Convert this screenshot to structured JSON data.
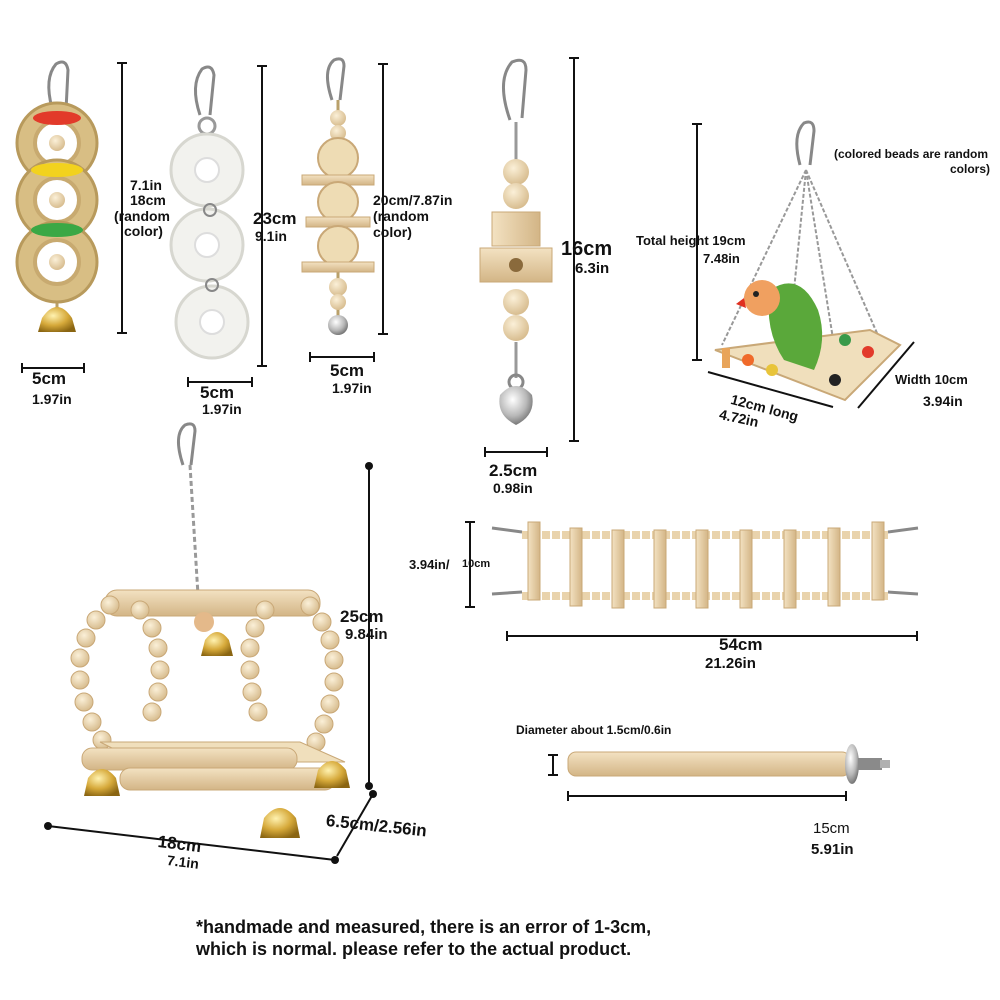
{
  "items": {
    "straw_balls": {
      "w_cm": "5cm",
      "w_in": "1.97in",
      "h_in": "7.1in",
      "h_cm": "18cm",
      "note1": "(random",
      "note2": "color)"
    },
    "loofah": {
      "w_cm": "5cm",
      "w_in": "1.97in",
      "h_cm": "23cm",
      "h_in": "9.1in"
    },
    "rattan": {
      "w_cm": "5cm",
      "w_in": "1.97in",
      "h": "20cm/7.87in",
      "note1": "(random",
      "note2": "color)"
    },
    "wood_beads": {
      "w_cm": "2.5cm",
      "w_in": "0.98in",
      "h_cm": "16cm",
      "h_in": "6.3in"
    },
    "swing": {
      "note1": "(colored beads are random",
      "note2": "colors)",
      "height1": "Total height 19cm",
      "height2": "7.48in",
      "len1": "12cm long",
      "len2": "4.72in",
      "width1": "Width 10cm",
      "width2": "3.94in"
    },
    "bridge_toy": {
      "w_cm": "18cm",
      "w_in": "7.1in",
      "h_cm": "25cm",
      "h_in": "9.84in",
      "d": "6.5cm/2.56in"
    },
    "ladder": {
      "h_in": "3.94in/",
      "h_cm": "10cm",
      "l_cm": "54cm",
      "l_in": "21.26in"
    },
    "perch": {
      "diameter": "Diameter about 1.5cm/0.6in",
      "l_cm": "15cm",
      "l_in": "5.91in"
    }
  },
  "footnote": {
    "line1": "*handmade and measured, there is an error of 1-3cm,",
    "line2": "which is normal. please refer to the actual product."
  },
  "colors": {
    "wood": "#e9d3ac",
    "wood_dark": "#c9a877",
    "straw": "#d8be84",
    "loofah": "#f2f2ee",
    "gold": "#d6a93a",
    "metal": "#9a9a9a"
  }
}
